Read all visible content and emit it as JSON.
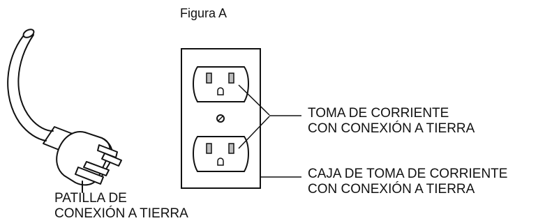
{
  "figure": {
    "title": "Figura A"
  },
  "labels": {
    "outlet": {
      "line1": "TOMA DE CORRIENTE",
      "line2": "CON CONEXIÓN A TIERRA"
    },
    "outlet_box": {
      "line1": "CAJA DE TOMA DE CORRIENTE",
      "line2": "CON CONEXIÓN A TIERRA"
    },
    "ground_pin": {
      "line1": "PATILLA DE",
      "line2": "CONEXIÓN A TIERRA"
    }
  },
  "colors": {
    "ink": "#111111",
    "background": "#ffffff",
    "slot_fill": "#bdbdbd"
  }
}
